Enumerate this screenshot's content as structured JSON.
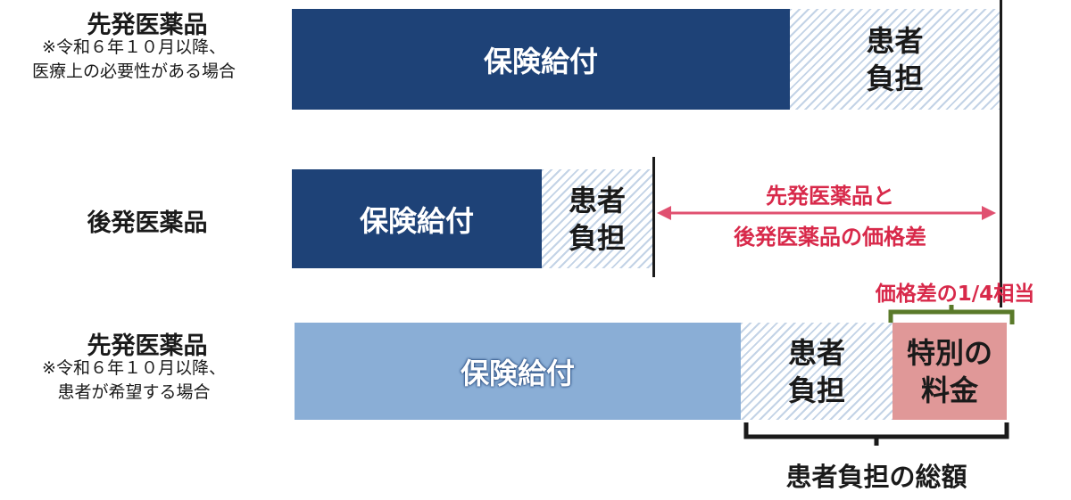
{
  "rows": [
    {
      "title": "先発医薬品",
      "note": [
        "※令和６年１０月以降、",
        "医療上の必要性がある場合"
      ],
      "insurance_label": "保険給付",
      "patient_label": [
        "患者",
        "負担"
      ]
    },
    {
      "title": "後発医薬品",
      "insurance_label": "保険給付",
      "patient_label": [
        "患者",
        "負担"
      ]
    },
    {
      "title": "先発医薬品",
      "note": [
        "※令和６年１０月以降、",
        "患者が希望する場合"
      ],
      "insurance_label": "保険給付",
      "patient_label": [
        "患者",
        "負担"
      ],
      "special_fee_label": [
        "特別の",
        "料金"
      ]
    }
  ],
  "price_difference_label": [
    "先発医薬品と",
    "後発医薬品の価格差"
  ],
  "quarter_label": "価格差の1/4相当",
  "total_label": "患者負担の総額",
  "colors": {
    "insurance_dark": "#1e4277",
    "insurance_light": "#8aaed6",
    "hatch": "#c3d3e6",
    "special_fee": "#e09898",
    "arrow": "#e05070",
    "accent_red": "#d8294a",
    "bracket_green": "#5a7a2a",
    "bracket_black": "#1a1a1a"
  }
}
